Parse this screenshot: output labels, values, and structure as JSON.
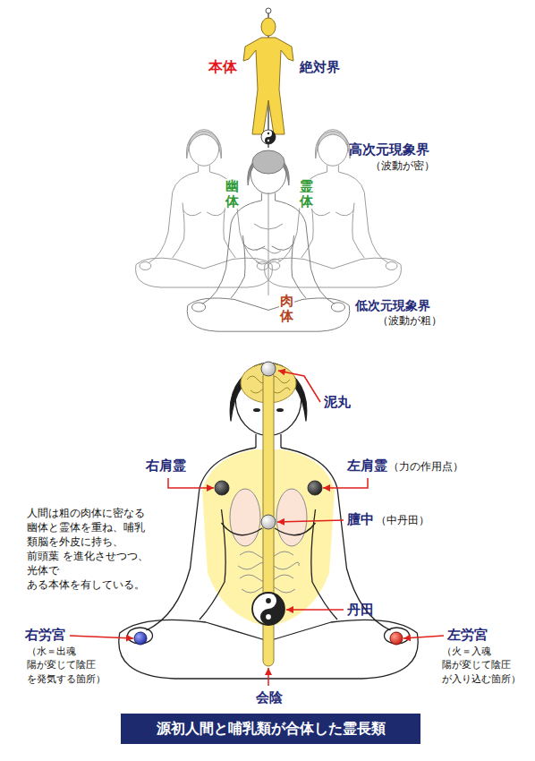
{
  "diagram": {
    "caption": "源初人間と哺乳類が合体した霊長類",
    "nodes": [
      {
        "text": [
          "高次元現象界",
          "（波動が密）"
        ]
      },
      {
        "text": [
          "本体",
          "絶対界"
        ],
        "in": 0
      }
    ],
    "labels": [
      "幽体",
      "霊体",
      "肉体",
      "低次元現象界",
      "（波動が粗）",
      "泥丸",
      "右肩霊",
      "左肩霊",
      "（力の作用点）",
      "人間は粗の肉体に密なる 幽体と霊体を重ね、哺乳 類脳を外皮に持ち、前頭葉 を進化させつつ、光体で ある本体を有している。",
      "膻中",
      "（中丹田）",
      "丹田",
      "右労宮",
      "（水＝出魂 陽が変じて陰圧 を発気する箇所）",
      "左労宮",
      "（火＝入魂 陽が変じて陰圧 が入り込む箇所）",
      "会陰"
    ]
  }
}
